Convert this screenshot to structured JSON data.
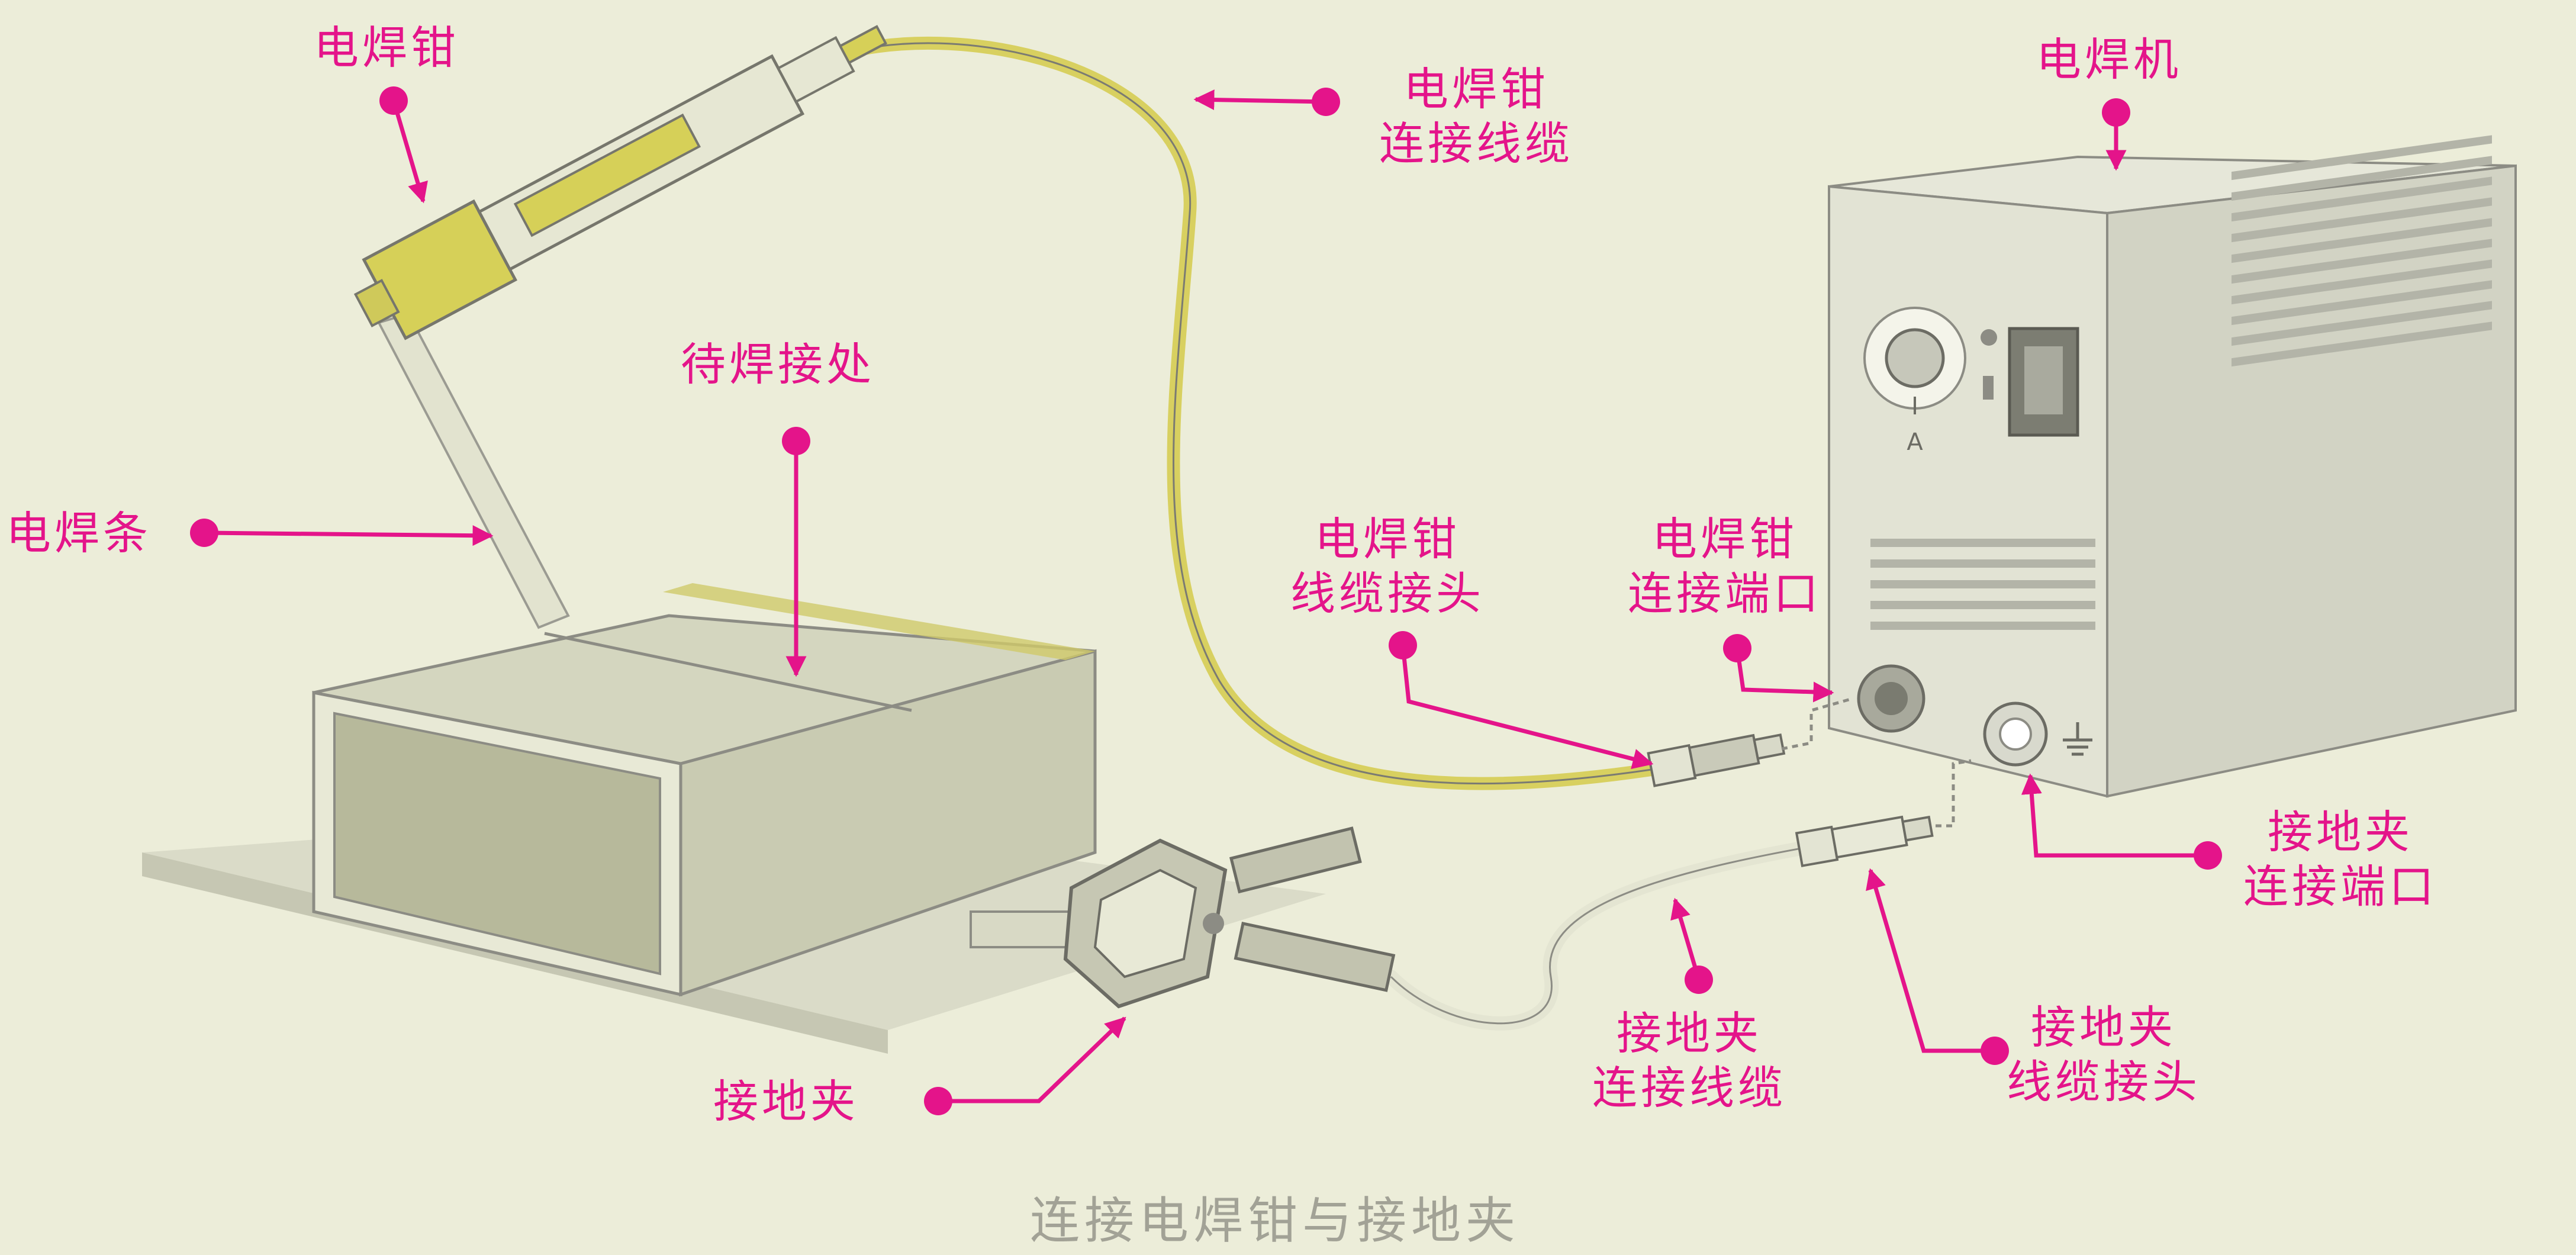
{
  "caption": "连接电焊钳与接地夹",
  "labels": {
    "electrode_holder": "电焊钳",
    "holder_cable_l1": "电焊钳",
    "holder_cable_l2": "连接线缆",
    "welding_machine": "电焊机",
    "weld_point": "待焊接处",
    "electrode": "电焊条",
    "holder_plug_l1": "电焊钳",
    "holder_plug_l2": "线缆接头",
    "holder_port_l1": "电焊钳",
    "holder_port_l2": "连接端口",
    "ground_port_l1": "接地夹",
    "ground_port_l2": "连接端口",
    "ground_cable_l1": "接地夹",
    "ground_cable_l2": "连接线缆",
    "ground_plug_l1": "接地夹",
    "ground_plug_l2": "线缆接头",
    "ground_clamp": "接地夹"
  },
  "machine": {
    "dial_unit": "A"
  },
  "colors": {
    "label": "#e4148a",
    "cable_yellow": "#d8d060",
    "background": "#ecedd9",
    "line_art": "#8c8c84"
  }
}
